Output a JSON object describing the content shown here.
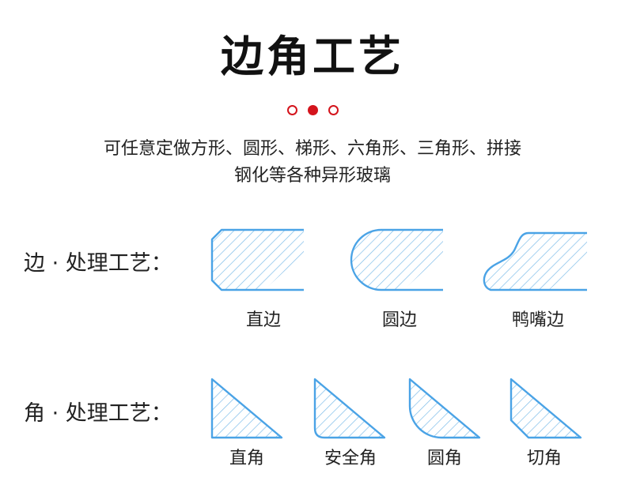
{
  "title": "边角工艺",
  "description": {
    "line1": "可任意定做方形、圆形、梯形、六角形、三角形、拼接",
    "line2": "钢化等各种异形玻璃"
  },
  "edge_section": {
    "label": "边 · 处理工艺：",
    "items": [
      {
        "name": "直边"
      },
      {
        "name": "圆边"
      },
      {
        "name": "鸭嘴边"
      }
    ]
  },
  "corner_section": {
    "label": "角 · 处理工艺：",
    "items": [
      {
        "name": "直角"
      },
      {
        "name": "安全角"
      },
      {
        "name": "圆角"
      },
      {
        "name": "切角"
      }
    ]
  },
  "colors": {
    "accent_red": "#d4141c",
    "line_blue": "#4aa3e6",
    "hatch_blue": "#7fbde9"
  }
}
